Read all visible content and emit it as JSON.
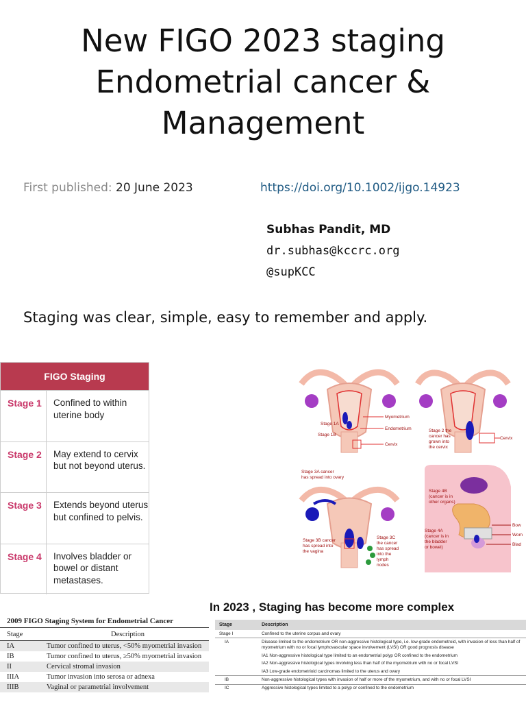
{
  "title": {
    "line1": "New FIGO 2023 staging",
    "line2": "Endometrial cancer &",
    "line3": "Management"
  },
  "publication": {
    "label": "First published:",
    "date": "20 June 2023",
    "doi": "https://doi.org/10.1002/ijgo.14923"
  },
  "author": {
    "name": "Subhas Pandit, MD",
    "email": "dr.subhas@kccrc.org",
    "handle": "@supKCC"
  },
  "statement": "Staging was clear, simple, easy to remember and apply.",
  "figo_table": {
    "header": "FIGO Staging",
    "rows": [
      {
        "stage": "Stage 1",
        "description": "Confined to within uterine body"
      },
      {
        "stage": "Stage 2",
        "description": "May extend to cervix but not beyond uterus."
      },
      {
        "stage": "Stage 3",
        "description": "Extends beyond uterus but confined to pelvis."
      },
      {
        "stage": "Stage 4",
        "description": "Involves bladder or bowel or distant metastases."
      }
    ]
  },
  "illustration": {
    "labels": {
      "myometrium": "Myometrium",
      "endometrium": "Endometrium",
      "cervix1": "Cervix",
      "cervix2": "Cervix",
      "stage1a": "Stage 1A",
      "stage1b": "Stage 1B",
      "stage2_l1": "Stage 2 the",
      "stage2_l2": "cancer has",
      "stage2_l3": "grown into",
      "stage2_l4": "the cervix",
      "stage3a_l1": "Stage 3A cancer",
      "stage3a_l2": "has spread into ovary",
      "stage3b_l1": "Stage 3B cancer",
      "stage3b_l2": "has spread into",
      "stage3b_l3": "the vagina",
      "stage3c_l1": "Stage 3C",
      "stage3c_l2": "the cancer",
      "stage3c_l3": "has spread",
      "stage3c_l4": "into the",
      "stage3c_l5": "lymph",
      "stage3c_l6": "nodes",
      "stage4b_l1": "Stage 4B",
      "stage4b_l2": "(cancer is in",
      "stage4b_l3": "other organs)",
      "stage4a_l1": "Stage 4A",
      "stage4a_l2": "(cancer is in",
      "stage4a_l3": "the bladder",
      "stage4a_l4": "or bowel)",
      "bowel": "Bow",
      "womb": "Wom",
      "bladder": "Blad"
    }
  },
  "subheading": "In 2023 , Staging has become more complex",
  "table_2009": {
    "caption": "2009 FIGO Staging System for Endometrial Cancer",
    "col_stage": "Stage",
    "col_desc": "Description",
    "rows": [
      {
        "stage": "IA",
        "desc": "Tumor confined to uterus, <50% myometrial invasion"
      },
      {
        "stage": "IB",
        "desc": "Tumor confined to uterus, ≥50% myometrial invasion"
      },
      {
        "stage": "II",
        "desc": "Cervical stromal invasion"
      },
      {
        "stage": "IIIA",
        "desc": "Tumor invasion into serosa or adnexa"
      },
      {
        "stage": "IIIB",
        "desc": "Vaginal or parametrial involvement"
      }
    ]
  },
  "table_2023": {
    "col_stage": "Stage",
    "col_desc": "Description",
    "rows": [
      {
        "stage": "Stage I",
        "desc": "Confined to the uterine corpus and ovary"
      },
      {
        "stage": "IA",
        "desc": "Disease limited to the endometrium OR non-aggressive histological type, i.e. low-grade endometroid, with invasion of less than half of myometrium with no or focal lymphovascular space involvement (LVSI) OR good prognosis disease"
      },
      {
        "stage": "",
        "desc": "IA1 Non-aggressive histological type limited to an endometrial polyp OR confined to the endometrium"
      },
      {
        "stage": "",
        "desc": "IA2 Non-aggressive histological types involving less than half of the myometrium with no or focal LVSI"
      },
      {
        "stage": "",
        "desc": "IA3 Low-grade endometrioid carcinomas limited to the uterus and ovary"
      },
      {
        "stage": "IB",
        "desc": "Non-aggressive histological types with invasion of half or more of the myometrium, and with no or focal LVSI"
      },
      {
        "stage": "IC",
        "desc": "Aggressive histological types limited to a polyp or confined to the endometrium"
      }
    ]
  }
}
